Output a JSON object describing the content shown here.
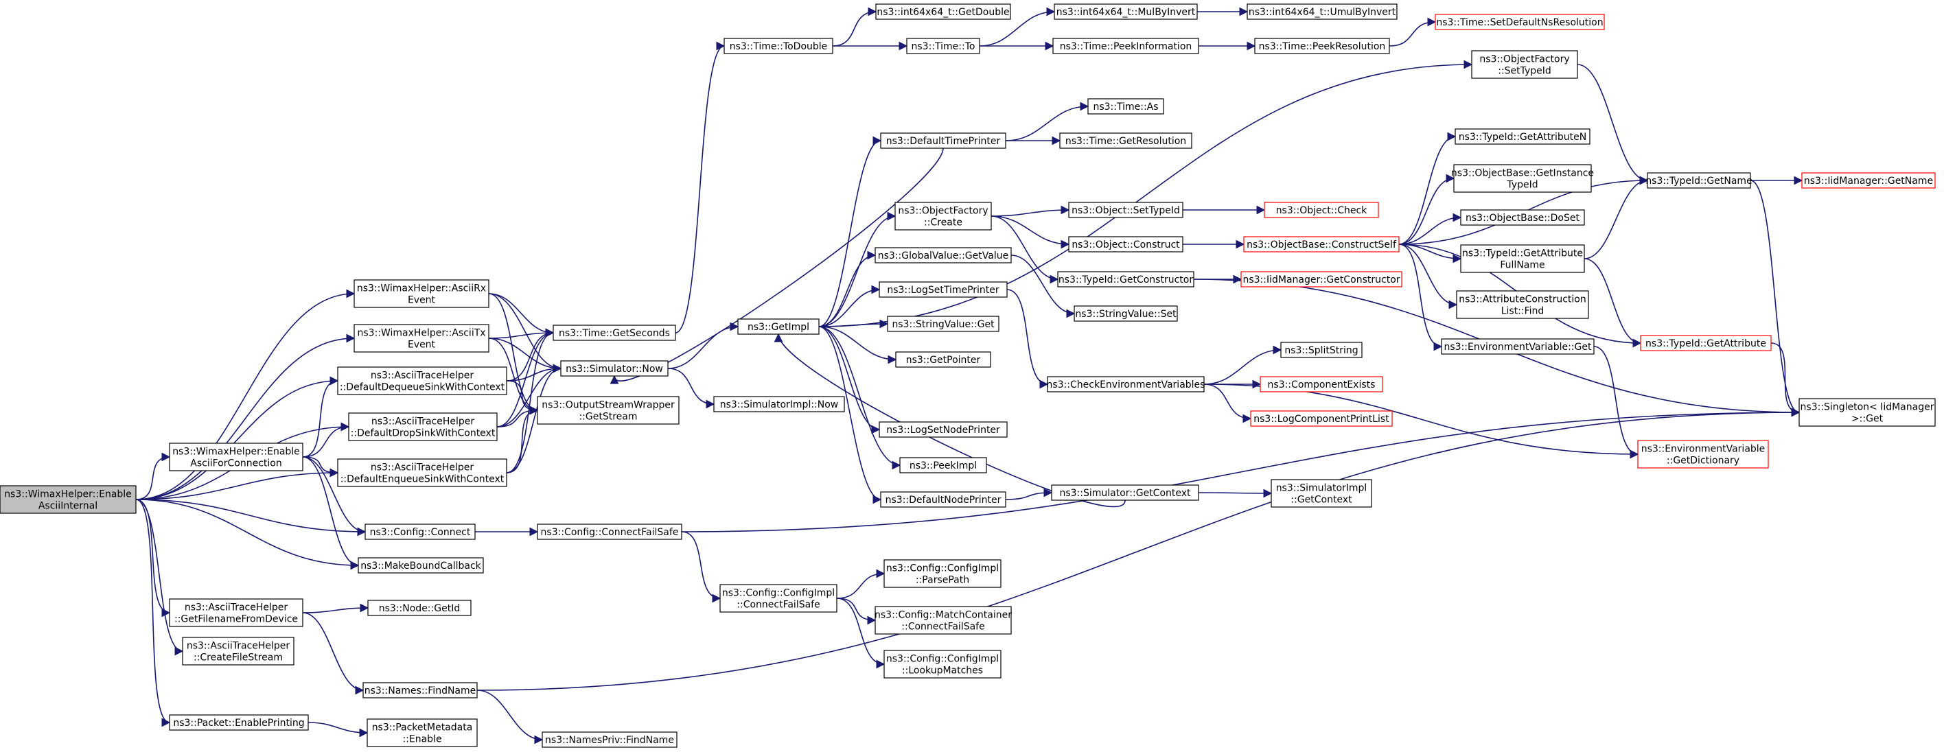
{
  "graph": {
    "nodes": [
      {
        "id": "root",
        "lines": [
          "ns3::WimaxHelper::Enable",
          "AsciiInternal"
        ],
        "root": true
      },
      {
        "id": "rx",
        "lines": [
          "ns3::WimaxHelper::AsciiRx",
          "Event"
        ]
      },
      {
        "id": "tx",
        "lines": [
          "ns3::WimaxHelper::AsciiTx",
          "Event"
        ]
      },
      {
        "id": "deq",
        "lines": [
          "ns3::AsciiTraceHelper",
          "::DefaultDequeueSinkWithContext"
        ]
      },
      {
        "id": "drop",
        "lines": [
          "ns3::AsciiTraceHelper",
          "::DefaultDropSinkWithContext"
        ]
      },
      {
        "id": "enableascii",
        "lines": [
          "ns3::WimaxHelper::Enable",
          "AsciiForConnection"
        ]
      },
      {
        "id": "enq",
        "lines": [
          "ns3::AsciiTraceHelper",
          "::DefaultEnqueueSinkWithContext"
        ]
      },
      {
        "id": "cfgconnect",
        "lines": [
          "ns3::Config::Connect"
        ]
      },
      {
        "id": "mbc",
        "lines": [
          "ns3::MakeBoundCallback"
        ]
      },
      {
        "id": "getfilename",
        "lines": [
          "ns3::AsciiTraceHelper",
          "::GetFilenameFromDevice"
        ]
      },
      {
        "id": "createfile",
        "lines": [
          "ns3::AsciiTraceHelper",
          "::CreateFileStream"
        ]
      },
      {
        "id": "pktenable",
        "lines": [
          "ns3::Packet::EnablePrinting"
        ]
      },
      {
        "id": "getseconds",
        "lines": [
          "ns3::Time::GetSeconds"
        ]
      },
      {
        "id": "simnow",
        "lines": [
          "ns3::Simulator::Now"
        ]
      },
      {
        "id": "getstream",
        "lines": [
          "ns3::OutputStreamWrapper",
          "::GetStream"
        ]
      },
      {
        "id": "nodegetid",
        "lines": [
          "ns3::Node::GetId"
        ]
      },
      {
        "id": "findname",
        "lines": [
          "ns3::Names::FindName"
        ]
      },
      {
        "id": "pmenable",
        "lines": [
          "ns3::PacketMetadata",
          "::Enable"
        ]
      },
      {
        "id": "cfs",
        "lines": [
          "ns3::Config::ConnectFailSafe"
        ]
      },
      {
        "id": "cimplcfs",
        "lines": [
          "ns3::Config::ConfigImpl",
          "::ConnectFailSafe"
        ]
      },
      {
        "id": "namespriv",
        "lines": [
          "ns3::NamesPriv::FindName"
        ]
      },
      {
        "id": "todouble",
        "lines": [
          "ns3::Time::ToDouble"
        ]
      },
      {
        "id": "getimpl",
        "lines": [
          "ns3::GetImpl"
        ]
      },
      {
        "id": "simimplnow",
        "lines": [
          "ns3::SimulatorImpl::Now"
        ]
      },
      {
        "id": "parsepath",
        "lines": [
          "ns3::Config::ConfigImpl",
          "::ParsePath"
        ]
      },
      {
        "id": "matchcfs",
        "lines": [
          "ns3::Config::MatchContainer",
          "::ConnectFailSafe"
        ]
      },
      {
        "id": "lookup",
        "lines": [
          "ns3::Config::ConfigImpl",
          "::LookupMatches"
        ]
      },
      {
        "id": "i64getdouble",
        "lines": [
          "ns3::int64x64_t::GetDouble"
        ]
      },
      {
        "id": "timeto",
        "lines": [
          "ns3::Time::To"
        ]
      },
      {
        "id": "defprinter",
        "lines": [
          "ns3::DefaultTimePrinter"
        ]
      },
      {
        "id": "ofcreate",
        "lines": [
          "ns3::ObjectFactory",
          "::Create"
        ]
      },
      {
        "id": "gvget",
        "lines": [
          "ns3::GlobalValue::GetValue"
        ]
      },
      {
        "id": "logsettime",
        "lines": [
          "ns3::LogSetTimePrinter"
        ]
      },
      {
        "id": "svget",
        "lines": [
          "ns3::StringValue::Get"
        ]
      },
      {
        "id": "getpointer",
        "lines": [
          "ns3::GetPointer"
        ]
      },
      {
        "id": "logsetnode",
        "lines": [
          "ns3::LogSetNodePrinter"
        ]
      },
      {
        "id": "peekimpl",
        "lines": [
          "ns3::PeekImpl"
        ]
      },
      {
        "id": "defnodeprinter",
        "lines": [
          "ns3::DefaultNodePrinter"
        ]
      },
      {
        "id": "mulbyinvert",
        "lines": [
          "ns3::int64x64_t::MulByInvert"
        ]
      },
      {
        "id": "peekinfo",
        "lines": [
          "ns3::Time::PeekInformation"
        ]
      },
      {
        "id": "timeas",
        "lines": [
          "ns3::Time::As"
        ]
      },
      {
        "id": "getres",
        "lines": [
          "ns3::Time::GetResolution"
        ]
      },
      {
        "id": "objsettypeid",
        "lines": [
          "ns3::Object::SetTypeId"
        ]
      },
      {
        "id": "objconstruct",
        "lines": [
          "ns3::Object::Construct"
        ]
      },
      {
        "id": "tidgetctor",
        "lines": [
          "ns3::TypeId::GetConstructor"
        ]
      },
      {
        "id": "svset",
        "lines": [
          "ns3::StringValue::Set"
        ]
      },
      {
        "id": "checkenv",
        "lines": [
          "ns3::CheckEnvironmentVariables"
        ]
      },
      {
        "id": "simgetctx",
        "lines": [
          "ns3::Simulator::GetContext"
        ]
      },
      {
        "id": "umulbyinvert",
        "lines": [
          "ns3::int64x64_t::UmulByInvert"
        ]
      },
      {
        "id": "peekres",
        "lines": [
          "ns3::Time::PeekResolution"
        ]
      },
      {
        "id": "ofsettypeid",
        "lines": [
          "ns3::ObjectFactory",
          "::SetTypeId"
        ]
      },
      {
        "id": "objcheck",
        "lines": [
          "ns3::Object::Check"
        ],
        "red": true
      },
      {
        "id": "obconstruct",
        "lines": [
          "ns3::ObjectBase::ConstructSelf"
        ],
        "red": true
      },
      {
        "id": "iidgetctor",
        "lines": [
          "ns3::IidManager::GetConstructor"
        ],
        "red": true
      },
      {
        "id": "splitstring",
        "lines": [
          "ns3::SplitString"
        ]
      },
      {
        "id": "compexists",
        "lines": [
          "ns3::ComponentExists"
        ],
        "red": true
      },
      {
        "id": "logcomplist",
        "lines": [
          "ns3::LogComponentPrintList"
        ],
        "red": true
      },
      {
        "id": "simimplctx",
        "lines": [
          "ns3::SimulatorImpl",
          "::GetContext"
        ]
      },
      {
        "id": "setdefres",
        "lines": [
          "ns3::Time::SetDefaultNsResolution"
        ],
        "red": true
      },
      {
        "id": "tidgetattrn",
        "lines": [
          "ns3::TypeId::GetAttributeN"
        ]
      },
      {
        "id": "obgetinst",
        "lines": [
          "ns3::ObjectBase::GetInstance",
          "TypeId"
        ]
      },
      {
        "id": "obdoset",
        "lines": [
          "ns3::ObjectBase::DoSet"
        ]
      },
      {
        "id": "tidgetattrfull",
        "lines": [
          "ns3::TypeId::GetAttribute",
          "FullName"
        ]
      },
      {
        "id": "acfind",
        "lines": [
          "ns3::AttributeConstruction",
          "List::Find"
        ]
      },
      {
        "id": "envget",
        "lines": [
          "ns3::EnvironmentVariable::Get"
        ]
      },
      {
        "id": "tidgetname",
        "lines": [
          "ns3::TypeId::GetName"
        ]
      },
      {
        "id": "tidgetattr",
        "lines": [
          "ns3::TypeId::GetAttribute"
        ],
        "red": true
      },
      {
        "id": "envdict",
        "lines": [
          "ns3::EnvironmentVariable",
          "::GetDictionary"
        ],
        "red": true
      },
      {
        "id": "iidgetname",
        "lines": [
          "ns3::IidManager::GetName"
        ],
        "red": true
      },
      {
        "id": "singleton",
        "lines": [
          "ns3::Singleton< IidManager",
          ">::Get"
        ]
      }
    ]
  }
}
